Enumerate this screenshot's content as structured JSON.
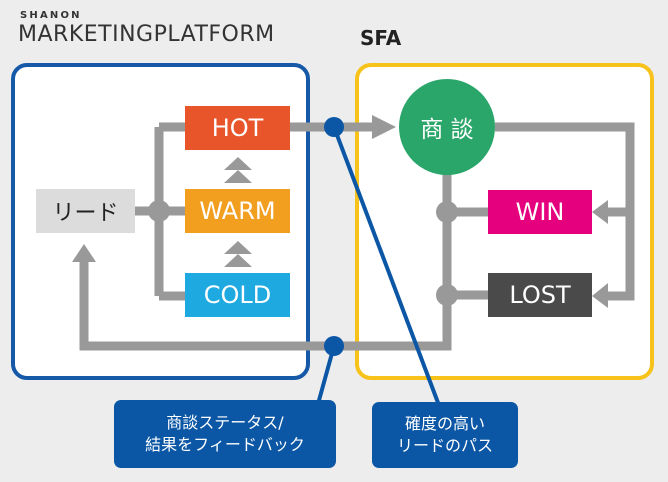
{
  "brand": {
    "top": "SHANON",
    "name": "MARKETINGPLATFORM"
  },
  "sfa_title": "SFA",
  "nodes": {
    "lead": "リード",
    "hot": "HOT",
    "warm": "WARM",
    "cold": "COLD",
    "negotiation": "商 談",
    "win": "WIN",
    "lost": "LOST"
  },
  "captions": {
    "feedback_line1": "商談ステータス/",
    "feedback_line2": "結果をフィードバック",
    "pass_line1": "確度の高い",
    "pass_line2": "リードのパス"
  },
  "colors": {
    "marketing_border": "#1659a8",
    "sfa_border": "#f7c21a",
    "hot": "#e8552a",
    "warm": "#f29e1f",
    "cold": "#1fa9e1",
    "negotiation": "#2aa66a",
    "win": "#e5007e",
    "lost": "#4a4a4a",
    "lead": "#dcdcdc",
    "connector": "#999999",
    "caption": "#0b56a5"
  }
}
